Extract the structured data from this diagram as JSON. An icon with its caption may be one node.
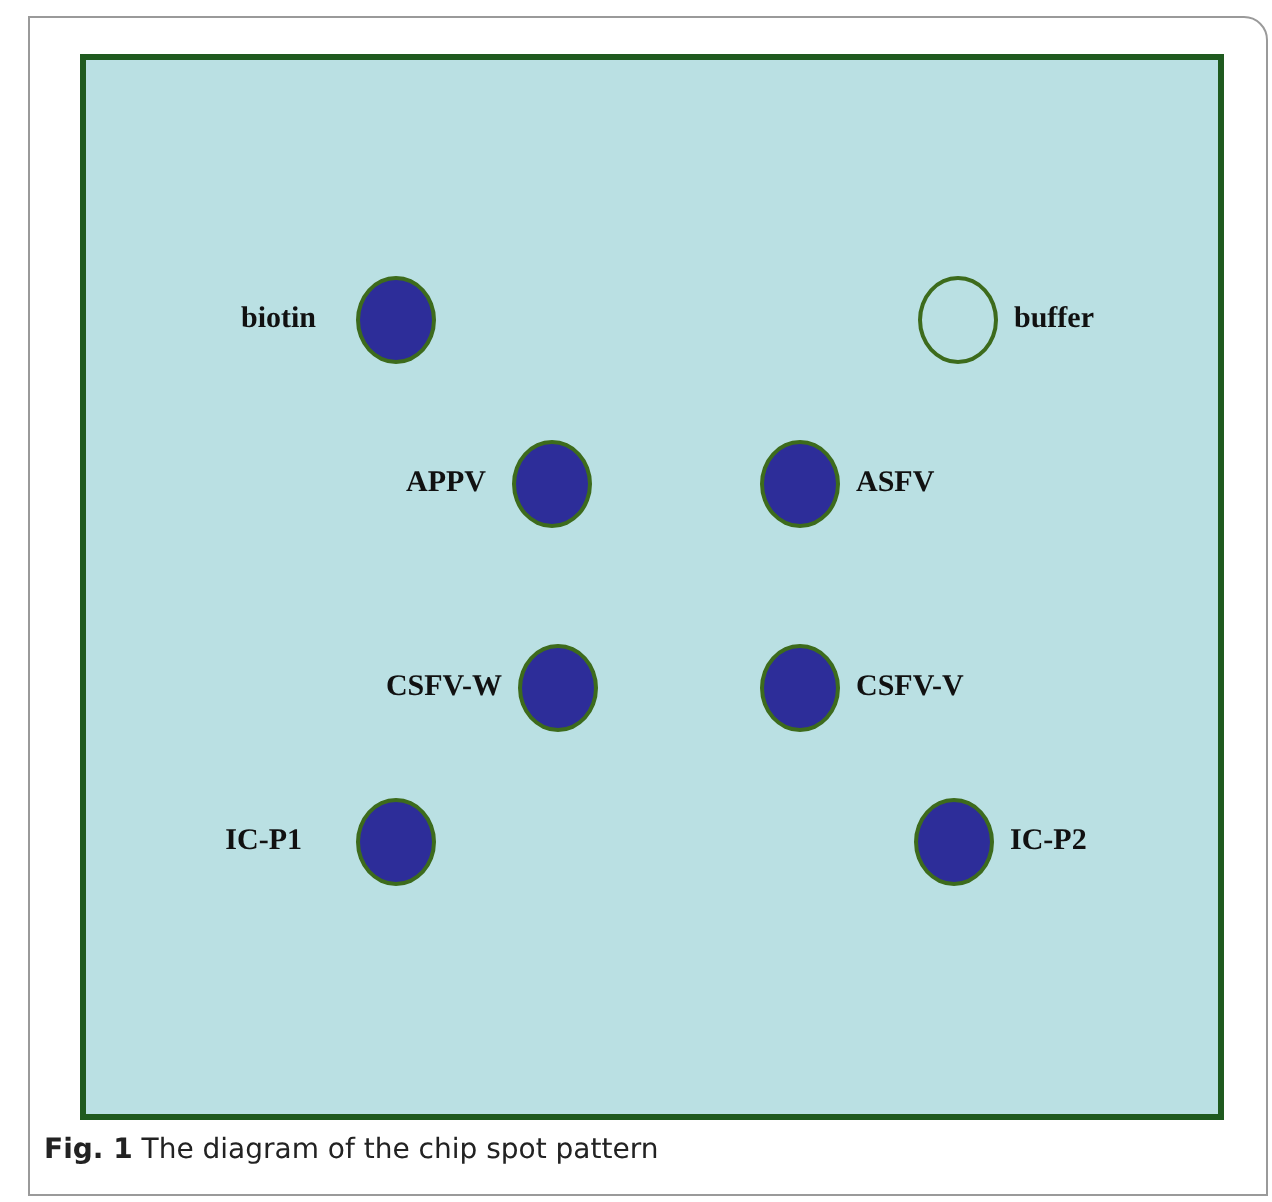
{
  "diagram": {
    "caption": "**Fig. 1** The diagram of the chip spot pattern",
    "nodes": [
      {
        "text": [],
        "shape": "box"
      },
      {
        "text": [],
        "shape": "circle",
        "in": 0,
        "beside": [
          "biotin"
        ]
      },
      {
        "text": [],
        "shape": "ring",
        "in": 0,
        "beside": [
          "buffer"
        ]
      },
      {
        "text": [],
        "shape": "circle",
        "in": 0,
        "beside": [
          "APPV"
        ]
      },
      {
        "text": [],
        "shape": "circle",
        "in": 0,
        "beside": [
          "ASFV"
        ]
      },
      {
        "text": [],
        "shape": "circle",
        "in": 0,
        "beside": [
          "CSFV-W"
        ]
      },
      {
        "text": [],
        "shape": "circle",
        "in": 0,
        "beside": [
          "CSFV-V"
        ]
      },
      {
        "text": [],
        "shape": "circle",
        "in": 0,
        "beside": [
          "IC-P1"
        ]
      },
      {
        "text": [],
        "shape": "circle",
        "in": 0,
        "beside": [
          "IC-P2"
        ]
      }
    ]
  }
}
